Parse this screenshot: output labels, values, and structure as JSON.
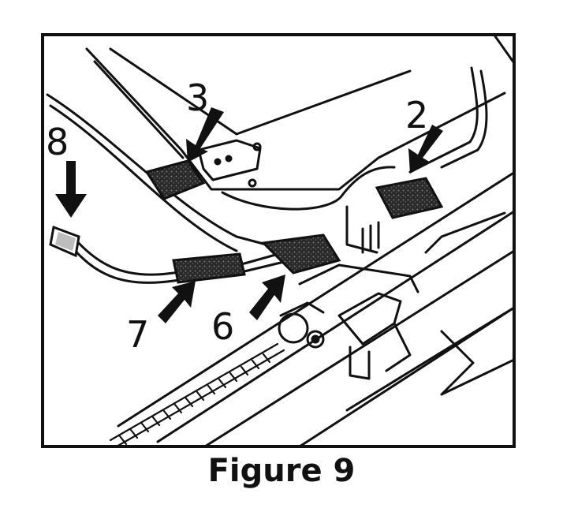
{
  "figure": {
    "caption": "Figure 9"
  },
  "callouts": [
    {
      "label": "2",
      "target": "felt-pad"
    },
    {
      "label": "3",
      "target": "felt-pad"
    },
    {
      "label": "6",
      "target": "felt-pad"
    },
    {
      "label": "7",
      "target": "cable-felt-wrap"
    },
    {
      "label": "8",
      "target": "cable-tip"
    }
  ],
  "colors": {
    "ink": "#111111",
    "paper": "#ffffff",
    "felt": "#2a2a2a"
  }
}
